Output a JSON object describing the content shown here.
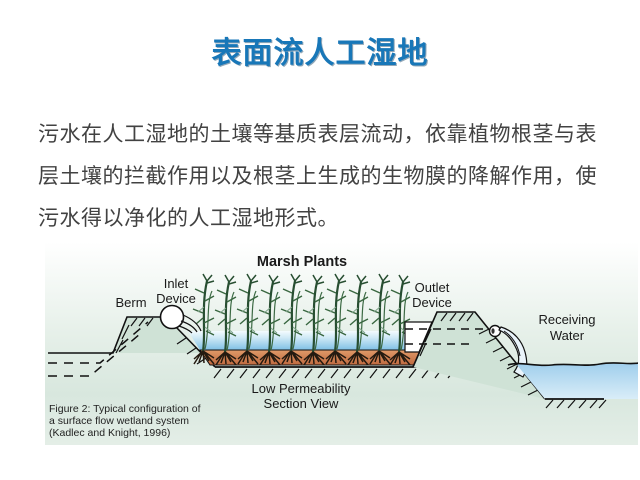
{
  "slide": {
    "title": "表面流人工湿地",
    "body_lines": [
      "污水在人工湿地的土壤等基质表层流动，依靠植物根茎与表",
      "层土壤的拦截作用以及根茎上生成的生物膜的降解作用，使",
      "污水得以净化的人工湿地形式。"
    ]
  },
  "diagram": {
    "labels": {
      "marsh_plants": "Marsh Plants",
      "berm": "Berm",
      "inlet_line1": "Inlet",
      "inlet_line2": "Device",
      "outlet_line1": "Outlet",
      "outlet_line2": "Device",
      "receiving_line1": "Receiving",
      "receiving_line2": "Water",
      "low_permeability": "Low Permeability",
      "section_view": "Section View"
    },
    "caption": [
      "Figure 2: Typical configuration of",
      "a surface flow wetland system",
      "(Kadlec and Knight, 1996)"
    ],
    "colors": {
      "title_blue": "#1877b8",
      "body_text": "#424242",
      "bg_top": "#ffffff",
      "bg_green": "#d8e7de",
      "berm_fill": "#cfe2d6",
      "water_top": "#f4fbfe",
      "water_mid": "#cfe9f6",
      "water_bottom": "#7fc0e5",
      "soil_top": "#e09a68",
      "soil_bottom": "#bf6a40",
      "river_top": "#9fceec",
      "river_bottom": "#d9edf8",
      "plant_green": "#274e31",
      "outline": "#111111"
    }
  }
}
